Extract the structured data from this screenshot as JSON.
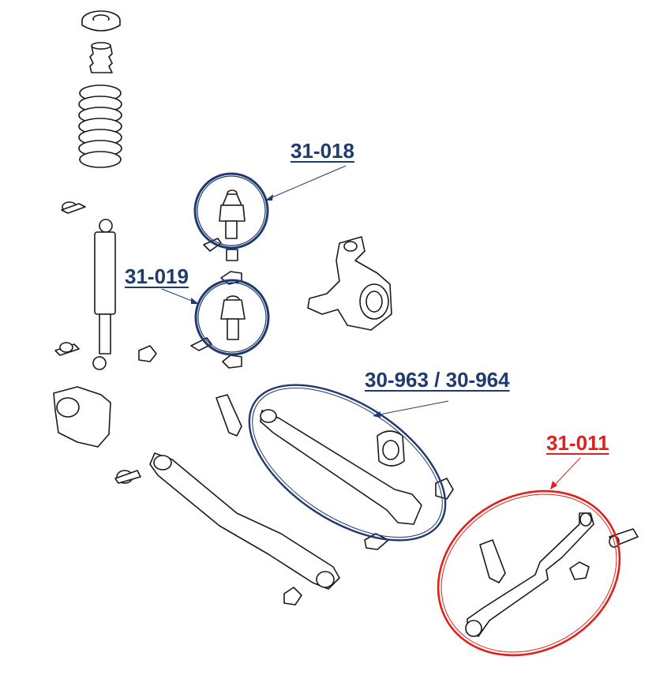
{
  "callouts": [
    {
      "id": "31-018",
      "text": "31-018",
      "color": "#1f3a6e"
    },
    {
      "id": "31-019",
      "text": "31-019",
      "color": "#1f3a6e"
    },
    {
      "id": "30-963-964",
      "text": "30-963 / 30-964",
      "color": "#1f3a6e"
    },
    {
      "id": "31-011",
      "text": "31-011",
      "color": "#e0201b"
    }
  ]
}
